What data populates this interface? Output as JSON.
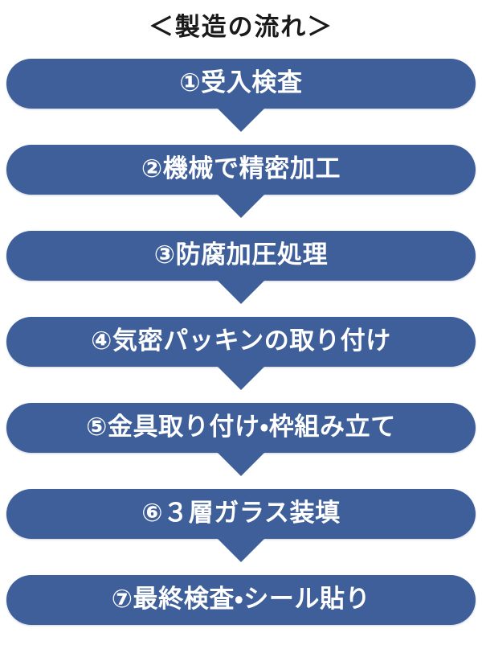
{
  "page": {
    "title": "＜製造の流れ＞",
    "background_color": "#ffffff",
    "accent_color": "#3f5f9b",
    "title_color": "#1a1a1a",
    "label_color": "#ffffff"
  },
  "chart_data": {
    "type": "diagram",
    "diagram_kind": "vertical-flowchart",
    "title": "＜製造の流れ＞",
    "step_count": 7,
    "connector": "down-arrow",
    "steps": [
      {
        "number": "①",
        "label": "①受入検査"
      },
      {
        "number": "②",
        "label": "②機械で精密加工"
      },
      {
        "number": "③",
        "label": "③防腐加圧処理"
      },
      {
        "number": "④",
        "label": "④気密パッキンの取り付け"
      },
      {
        "number": "⑤",
        "label": "⑤金具取り付け・枠組み立て"
      },
      {
        "number": "⑥",
        "label": "⑥３層ガラス装填"
      },
      {
        "number": "⑦",
        "label": "⑦最終検査・シール貼り"
      }
    ]
  }
}
